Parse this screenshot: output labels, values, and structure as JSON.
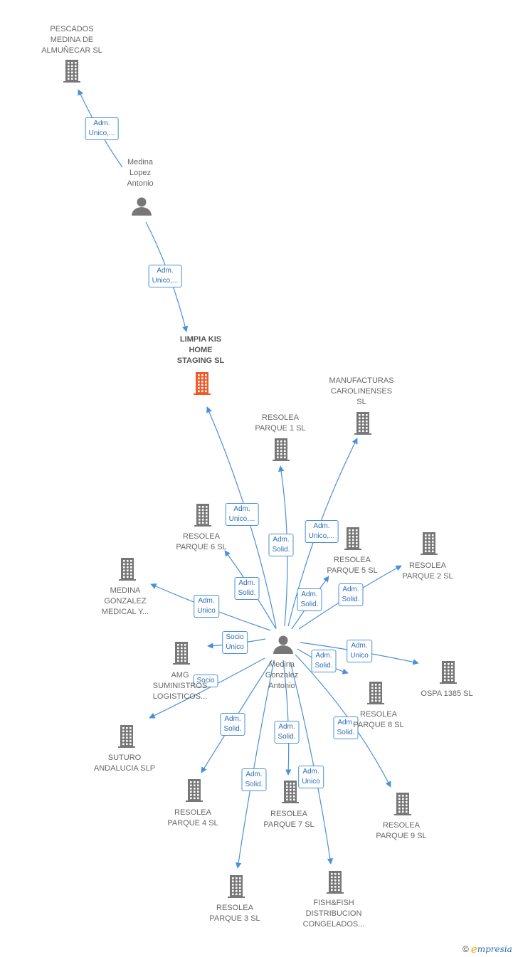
{
  "nodes": [
    {
      "id": "pescados",
      "type": "company",
      "label": "PESCADOS\nMEDINA DE\nALMUÑECAR SL",
      "color": "#777777"
    },
    {
      "id": "medina_lopez",
      "type": "person",
      "label": "Medina\nLopez\nAntonio",
      "color": "#777777"
    },
    {
      "id": "limpia_kis",
      "type": "company",
      "label": "LIMPIA KIS\nHOME\nSTAGING  SL",
      "color": "#f05a28",
      "highlight": true
    },
    {
      "id": "manufacturas",
      "type": "company",
      "label": "MANUFACTURAS\nCAROLINENSES\nSL",
      "color": "#777777"
    },
    {
      "id": "resolea1",
      "type": "company",
      "label": "RESOLEA\nPARQUE 1  SL",
      "color": "#777777"
    },
    {
      "id": "resolea6",
      "type": "company",
      "label": "RESOLEA\nPARQUE 6  SL",
      "color": "#777777"
    },
    {
      "id": "resolea5",
      "type": "company",
      "label": "RESOLEA\nPARQUE 5  SL",
      "color": "#777777"
    },
    {
      "id": "resolea2",
      "type": "company",
      "label": "RESOLEA\nPARQUE 2  SL",
      "color": "#777777"
    },
    {
      "id": "medina_medical",
      "type": "company",
      "label": "MEDINA\nGONZALEZ\nMEDICAL Y...",
      "color": "#777777"
    },
    {
      "id": "amg",
      "type": "company",
      "label": "AMG\nSUMINISTROS\nLOGISTICOS...",
      "color": "#777777"
    },
    {
      "id": "medina_gonzalez",
      "type": "person",
      "label": "Medina\nGonzalez\nAntonio",
      "color": "#777777"
    },
    {
      "id": "ospa",
      "type": "company",
      "label": "OSPA 1385  SL",
      "color": "#777777"
    },
    {
      "id": "resolea8",
      "type": "company",
      "label": "RESOLEA\nPARQUE 8  SL",
      "color": "#777777"
    },
    {
      "id": "suturo",
      "type": "company",
      "label": "SUTURO\nANDALUCIA  SLP",
      "color": "#777777"
    },
    {
      "id": "resolea4",
      "type": "company",
      "label": "RESOLEA\nPARQUE 4  SL",
      "color": "#777777"
    },
    {
      "id": "resolea7",
      "type": "company",
      "label": "RESOLEA\nPARQUE 7  SL",
      "color": "#777777"
    },
    {
      "id": "resolea9",
      "type": "company",
      "label": "RESOLEA\nPARQUE 9  SL",
      "color": "#777777"
    },
    {
      "id": "resolea3",
      "type": "company",
      "label": "RESOLEA\nPARQUE 3  SL",
      "color": "#777777"
    },
    {
      "id": "fishfish",
      "type": "company",
      "label": "FISH&FISH\nDISTRIBUCION\nCONGELADOS...",
      "color": "#777777"
    }
  ],
  "edges": [
    {
      "from": "medina_lopez",
      "to": "pescados",
      "label": "Adm.\nUnico,..."
    },
    {
      "from": "medina_lopez",
      "to": "limpia_kis",
      "label": "Adm.\nUnico,..."
    },
    {
      "from": "medina_gonzalez",
      "to": "limpia_kis",
      "label": "Adm.\nUnico,..."
    },
    {
      "from": "medina_gonzalez",
      "to": "resolea1",
      "label": "Adm.\nSolid."
    },
    {
      "from": "medina_gonzalez",
      "to": "manufacturas",
      "label": "Adm.\nUnico,..."
    },
    {
      "from": "medina_gonzalez",
      "to": "resolea6",
      "label": "Adm.\nSolid."
    },
    {
      "from": "medina_gonzalez",
      "to": "resolea5",
      "label": "Adm.\nSolid."
    },
    {
      "from": "medina_gonzalez",
      "to": "resolea2",
      "label": "Adm.\nSolid."
    },
    {
      "from": "medina_gonzalez",
      "to": "medina_medical",
      "label": "Adm.\nUnico"
    },
    {
      "from": "medina_gonzalez",
      "to": "amg",
      "label": "Socio\nÚnico"
    },
    {
      "from": "medina_gonzalez",
      "to": "suturo",
      "label": "Socio"
    },
    {
      "from": "medina_gonzalez",
      "to": "ospa",
      "label": "Adm.\nUnico"
    },
    {
      "from": "medina_gonzalez",
      "to": "resolea8",
      "label": "Adm.\nSolid."
    },
    {
      "from": "medina_gonzalez",
      "to": "resolea4",
      "label": "Adm.\nSolid."
    },
    {
      "from": "medina_gonzalez",
      "to": "resolea7",
      "label": "Adm.\nSolid."
    },
    {
      "from": "medina_gonzalez",
      "to": "resolea9",
      "label": "Adm.\nSolid."
    },
    {
      "from": "medina_gonzalez",
      "to": "resolea3",
      "label": "Adm.\nSolid."
    },
    {
      "from": "medina_gonzalez",
      "to": "fishfish",
      "label": "Adm.\nUnico"
    }
  ],
  "footer": {
    "copyright": "©",
    "brand_first": "e",
    "brand_rest": "mpresia"
  },
  "colors": {
    "edge": "#4a90d9",
    "node": "#777777",
    "highlight": "#f05a28"
  }
}
